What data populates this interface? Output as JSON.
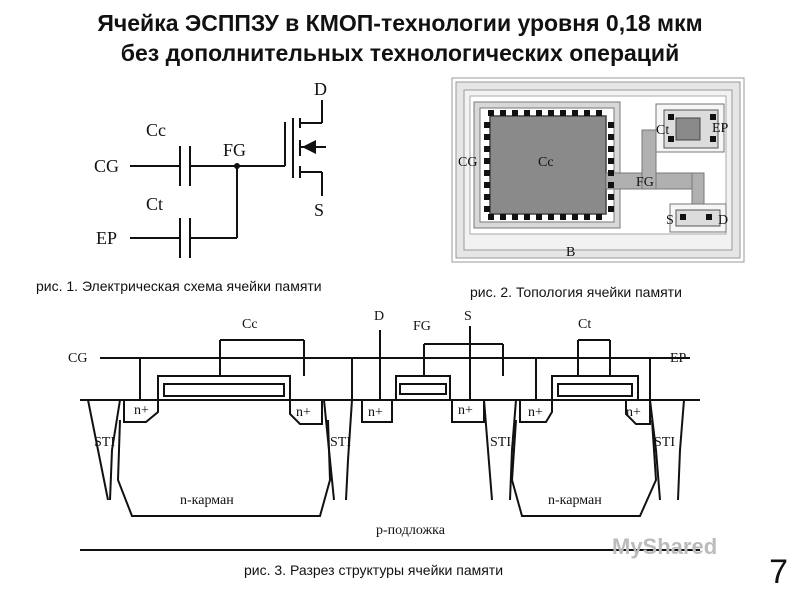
{
  "title": {
    "line1": "Ячейка ЭСППЗУ в КМОП-технологии уровня 0,18 мкм",
    "line2": "без дополнительных технологических операций"
  },
  "fig1": {
    "caption": "рис. 1. Электрическая схема ячейки памяти",
    "labels": {
      "cc": "Cc",
      "cg": "CG",
      "fg": "FG",
      "ct": "Ct",
      "ep": "EP",
      "d": "D",
      "s": "S"
    }
  },
  "fig2": {
    "caption": "рис. 2. Топология ячейки памяти",
    "labels": {
      "cg": "CG",
      "cc": "Cc",
      "ct": "Ct",
      "ep": "EP",
      "fg": "FG",
      "s": "S",
      "d": "D",
      "b": "B"
    }
  },
  "fig3": {
    "caption": "рис. 3. Разрез структуры ячейки памяти",
    "labels": {
      "cg": "CG",
      "cc": "Cc",
      "d": "D",
      "fg": "FG",
      "s": "S",
      "ct": "Ct",
      "ep": "EP",
      "nplus": "n+",
      "sti": "STI",
      "nwell": "n-карман",
      "psub": "p-подложка"
    }
  },
  "watermark": "MyShared",
  "page_number": "7"
}
